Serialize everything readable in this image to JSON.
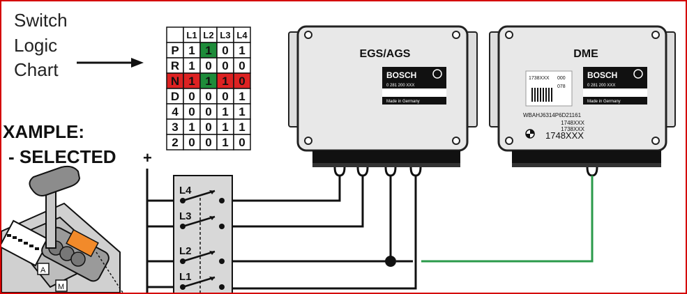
{
  "caption": {
    "line1": "Switch",
    "line2": "Logic",
    "line3": "Chart"
  },
  "example": {
    "line1": "XAMPLE:",
    "line2": "- SELECTED",
    "plus": "+"
  },
  "table": {
    "headers": [
      "",
      "L1",
      "L2",
      "L3",
      "L4"
    ],
    "rows": [
      {
        "gear": "P",
        "bits": [
          "1",
          "1",
          "0",
          "1"
        ]
      },
      {
        "gear": "R",
        "bits": [
          "1",
          "0",
          "0",
          "0"
        ]
      },
      {
        "gear": "N",
        "bits": [
          "1",
          "1",
          "1",
          "0"
        ]
      },
      {
        "gear": "D",
        "bits": [
          "0",
          "0",
          "0",
          "1"
        ]
      },
      {
        "gear": "4",
        "bits": [
          "0",
          "0",
          "1",
          "1"
        ]
      },
      {
        "gear": "3",
        "bits": [
          "1",
          "0",
          "1",
          "1"
        ]
      },
      {
        "gear": "2",
        "bits": [
          "0",
          "0",
          "1",
          "0"
        ]
      }
    ],
    "highlight_row_color": "#dd2222",
    "highlight_cell_color": "#1e8c3a"
  },
  "egs": {
    "title": "EGS/AGS",
    "brand": "BOSCH",
    "part": "0 281 200 XXX",
    "made": "Made in Germany"
  },
  "dme": {
    "title": "DME",
    "brand": "BOSCH",
    "part": "0 281 200 XXX",
    "made": "Made in Germany",
    "sticker_code": "1738XXX",
    "sticker_a": "000",
    "sticker_b": "078",
    "vin": "WBAHJ6314P6D21161",
    "code1": "1748XXX",
    "code2": "1738XXX",
    "code_big": "1748XXX"
  },
  "switch_labels": [
    "L4",
    "L3",
    "L2",
    "L1"
  ],
  "selector": {
    "label_a": "A",
    "label_m": "M"
  },
  "colors": {
    "frame": "#d40000",
    "green_wire": "#2a9a4a",
    "module_fill": "#e8e8e8",
    "label_bg": "#111111"
  }
}
